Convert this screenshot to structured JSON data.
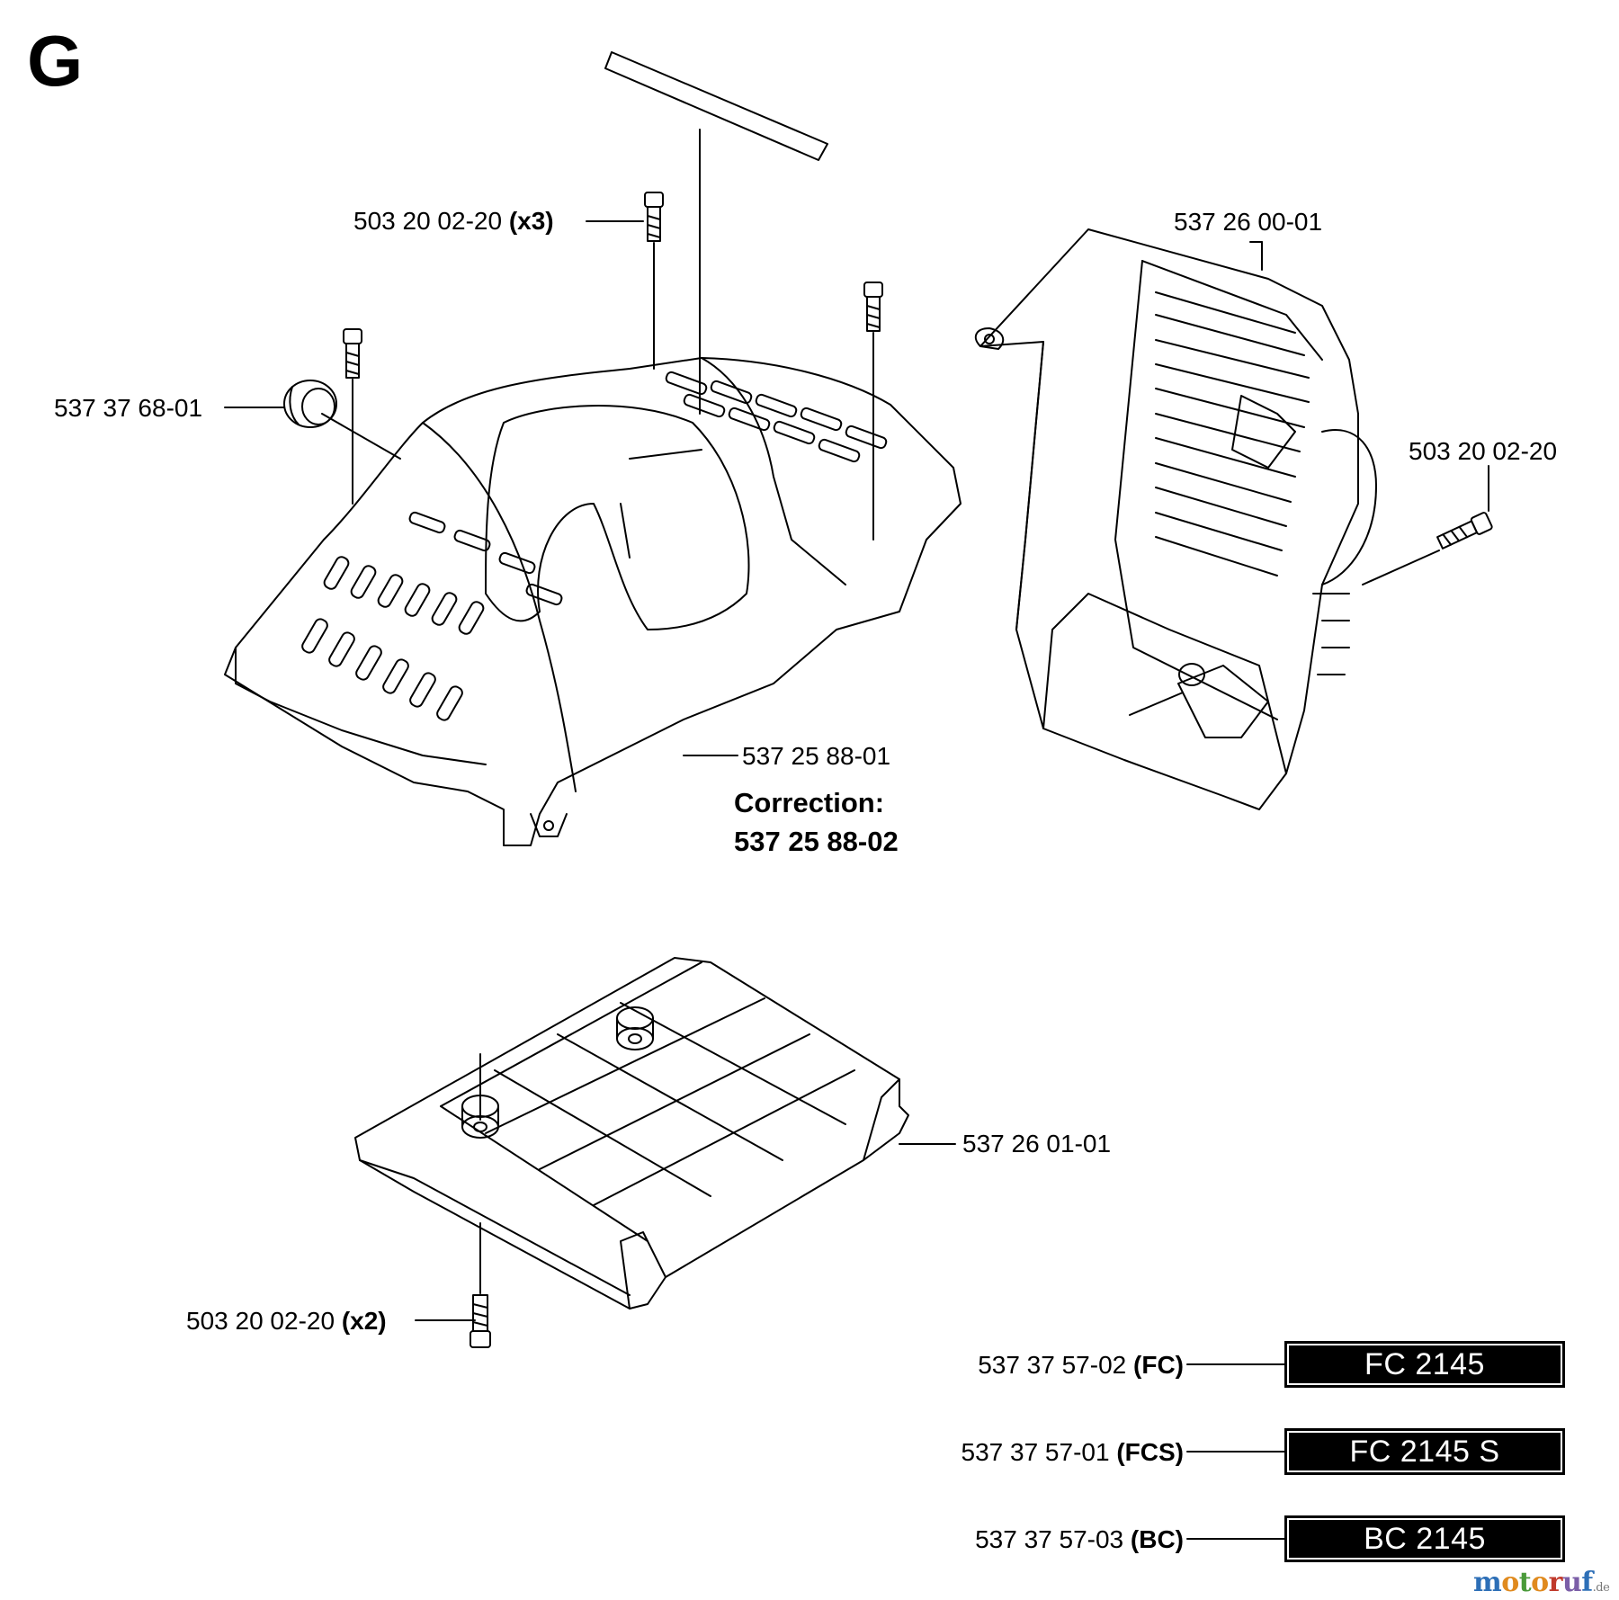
{
  "section": "G",
  "labels": {
    "decal_strip_screws": {
      "part": "503 20 02-20",
      "qty": "(x3)"
    },
    "grommet": {
      "part": "537 37 68-01"
    },
    "upper_cover": {
      "part": "537 25 88-01"
    },
    "correction_title": "Correction:",
    "correction_part": "537 25 88-02",
    "rear_cover": {
      "part": "537 26 00-01"
    },
    "rear_cover_screw": {
      "part": "503 20 02-20"
    },
    "bottom_plate": {
      "part": "537 26 01-01"
    },
    "bottom_screws": {
      "part": "503 20 02-20",
      "qty": "(x2)"
    }
  },
  "decals": [
    {
      "part": "537 37 57-02",
      "variant": "(FC)",
      "text": "FC 2145"
    },
    {
      "part": "537 37 57-01",
      "variant": "(FCS)",
      "text": "FC 2145 S"
    },
    {
      "part": "537 37 57-03",
      "variant": "(BC)",
      "text": "BC 2145"
    }
  ],
  "watermark": {
    "brand_m": "m",
    "brand_o1": "o",
    "brand_t": "t",
    "brand_o2": "o",
    "brand_r": "r",
    "brand_u": "u",
    "brand_f": "f",
    "tld": ".de"
  },
  "colors": {
    "line": "#000000",
    "fill": "#ffffff",
    "wm_m": "#2d6fb7",
    "wm_o": "#e08a1e",
    "wm_t": "#4a9a3a",
    "wm_r": "#c0392b",
    "wm_u": "#7b5ea7",
    "wm_f": "#2d6fb7"
  }
}
